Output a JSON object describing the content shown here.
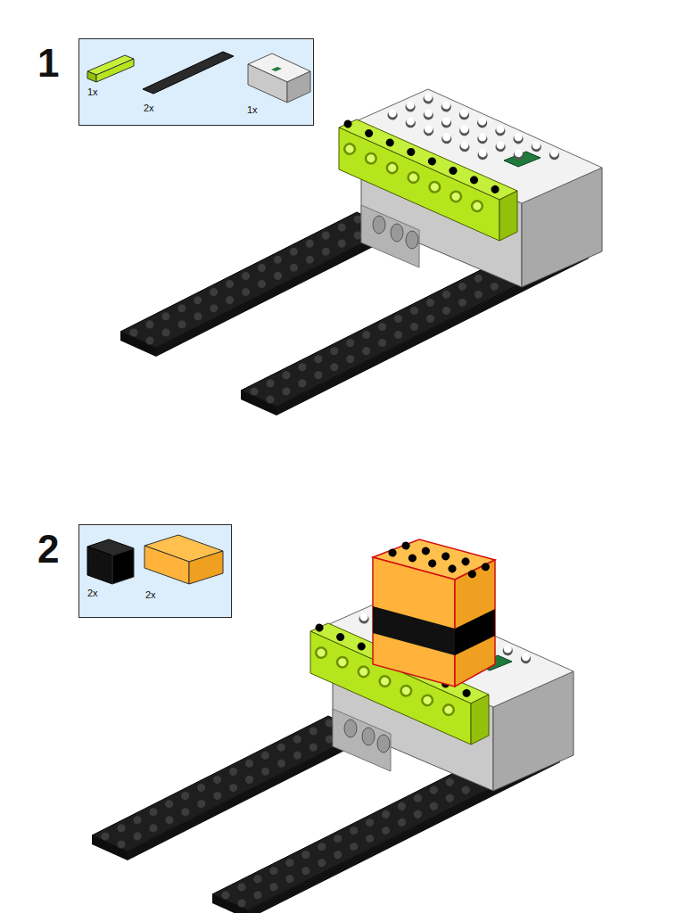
{
  "diagram": {
    "nodes": [
      {
        "text": [
          "1x",
          "2x",
          "1x"
        ]
      },
      {
        "text": [
          "2x",
          "2x"
        ]
      }
    ],
    "labels": [
      "1",
      "2"
    ]
  }
}
